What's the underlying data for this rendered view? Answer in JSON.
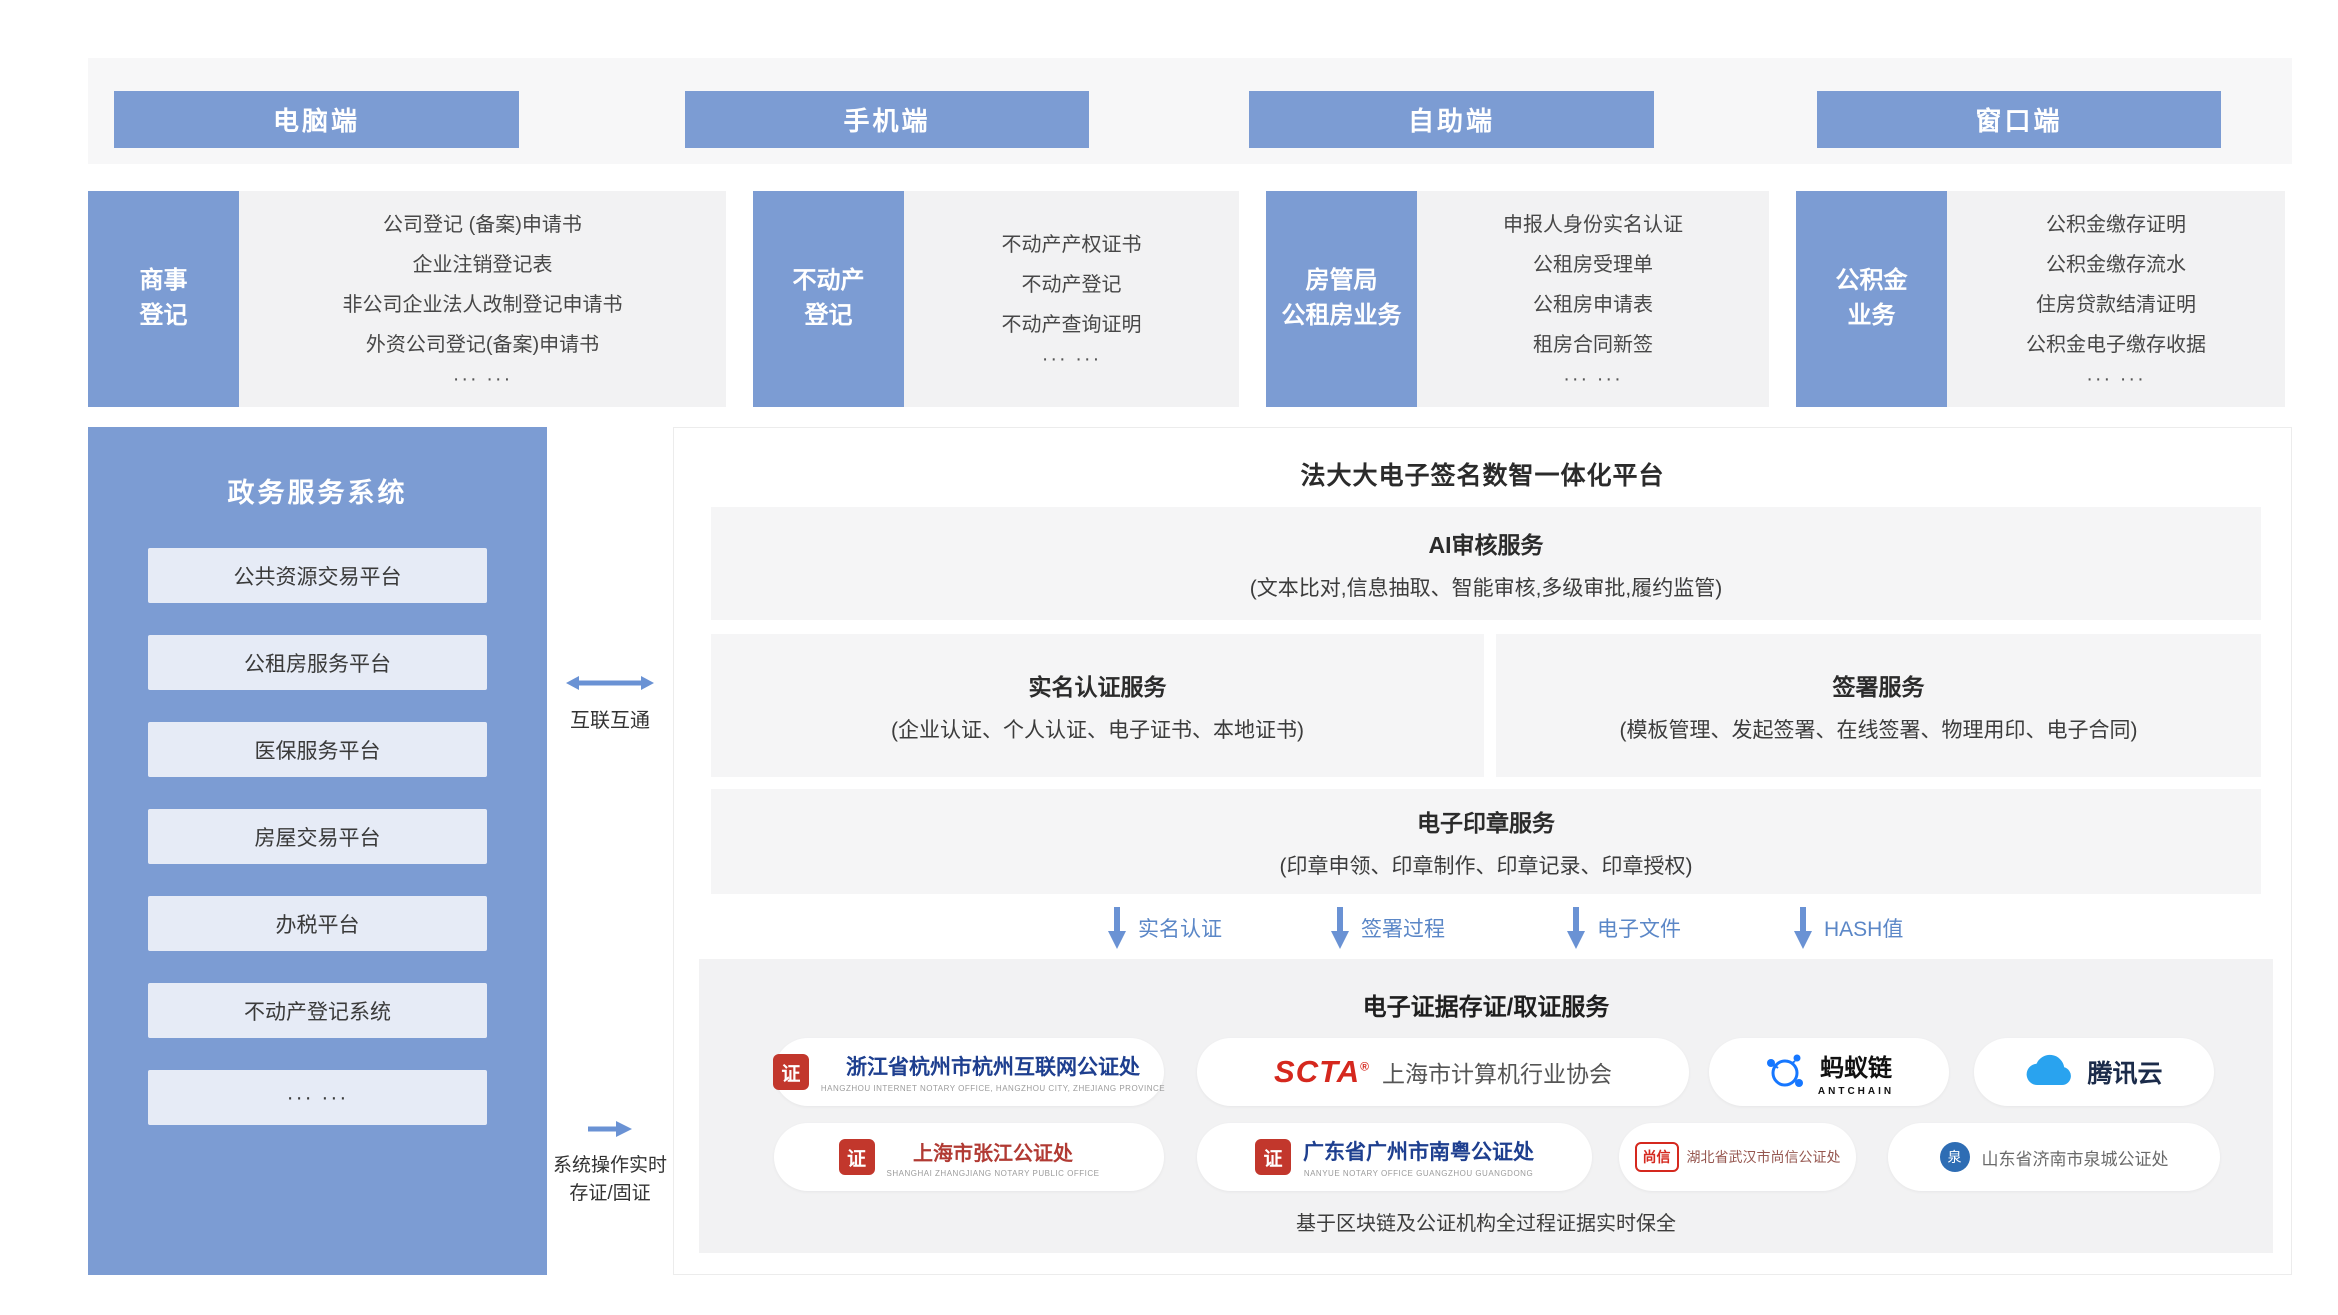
{
  "colors": {
    "accent": "#7C9CD3",
    "arrow": "#6A92D4",
    "flow_label": "#5B87C7",
    "seal_red": "#C2372C"
  },
  "channels": [
    "电脑端",
    "手机端",
    "自助端",
    "窗口端"
  ],
  "business_groups": [
    {
      "label_lines": [
        "商事",
        "登记"
      ],
      "items": [
        "公司登记 (备案)申请书",
        "企业注销登记表",
        "非公司企业法人改制登记申请书",
        "外资公司登记(备案)申请书",
        "···  ···"
      ]
    },
    {
      "label_lines": [
        "不动产",
        "登记"
      ],
      "items": [
        "不动产产权证书",
        "不动产登记",
        "不动产查询证明",
        "···  ···"
      ]
    },
    {
      "label_lines": [
        "房管局",
        "公租房业务"
      ],
      "items": [
        "申报人身份实名认证",
        "公租房受理单",
        "公租房申请表",
        "租房合同新签",
        "···  ···"
      ]
    },
    {
      "label_lines": [
        "公积金",
        "业务"
      ],
      "items": [
        "公积金缴存证明",
        "公积金缴存流水",
        "住房贷款结清证明",
        "公积金电子缴存收据",
        "···  ···"
      ]
    }
  ],
  "gov_panel": {
    "title": "政务服务系统",
    "items": [
      "公共资源交易平台",
      "公租房服务平台",
      "医保服务平台",
      "房屋交易平台",
      "办税平台",
      "不动产登记系统",
      "···  ···"
    ]
  },
  "connectors": {
    "interlink_label": "互联互通",
    "evidence_label_lines": [
      "系统操作实时",
      "存证/固证"
    ]
  },
  "platform": {
    "title": "法大大电子签名数智一体化平台",
    "ai": {
      "title": "AI审核服务",
      "subtitle": "(文本比对,信息抽取、智能审核,多级审批,履约监管)"
    },
    "realname": {
      "title": "实名认证服务",
      "subtitle": "(企业认证、个人认证、电子证书、本地证书)"
    },
    "signing": {
      "title": "签署服务",
      "subtitle": "(模板管理、发起签署、在线签署、物理用印、电子合同)"
    },
    "seal": {
      "title": "电子印章服务",
      "subtitle": "(印章申领、印章制作、印章记录、印章授权)"
    },
    "flow_labels": [
      "实名认证",
      "签署过程",
      "电子文件",
      "HASH值"
    ]
  },
  "evidence": {
    "title": "电子证据存证/取证服务",
    "caption": "基于区块链及公证机构全过程证据实时保全",
    "orgs": [
      {
        "name": "浙江省杭州市杭州互联网公证处",
        "sub": "HANGZHOU INTERNET NOTARY OFFICE, HANGZHOU CITY, ZHEJIANG PROVINCE"
      },
      {
        "logo": "SCTA",
        "reg": "®",
        "name": "上海市计算机行业协会"
      },
      {
        "name": "蚂蚁链",
        "sub": "ANTCHAIN"
      },
      {
        "name": "腾讯云"
      },
      {
        "name": "上海市张江公证处",
        "sub": "SHANGHAI ZHANGJIANG NOTARY PUBLIC OFFICE"
      },
      {
        "name": "广东省广州市南粤公证处",
        "sub": "NANYUE NOTARY OFFICE GUANGZHOU GUANGDONG"
      },
      {
        "logo": "尚信",
        "name": "湖北省武汉市尚信公证处"
      },
      {
        "name": "山东省济南市泉城公证处"
      }
    ]
  },
  "icons": {
    "seal_glyph": "证",
    "quan_glyph": "泉"
  }
}
